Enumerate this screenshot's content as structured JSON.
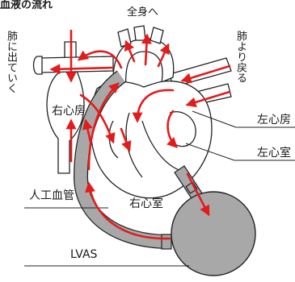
{
  "title": "血液の流れ",
  "labels": {
    "whole_body": "全身へ",
    "to_lungs": "肺に出ていく",
    "from_lungs": "肺より戻る",
    "right_atrium": "右心房",
    "left_atrium": "左心房",
    "left_ventricle": "左心室",
    "artificial_vessel": "人工血管",
    "right_ventricle": "右心室",
    "lvas": "LVAS"
  },
  "colors": {
    "arrow": "#e31b1b",
    "device": "#a8a8a8",
    "outline": "#222222"
  }
}
